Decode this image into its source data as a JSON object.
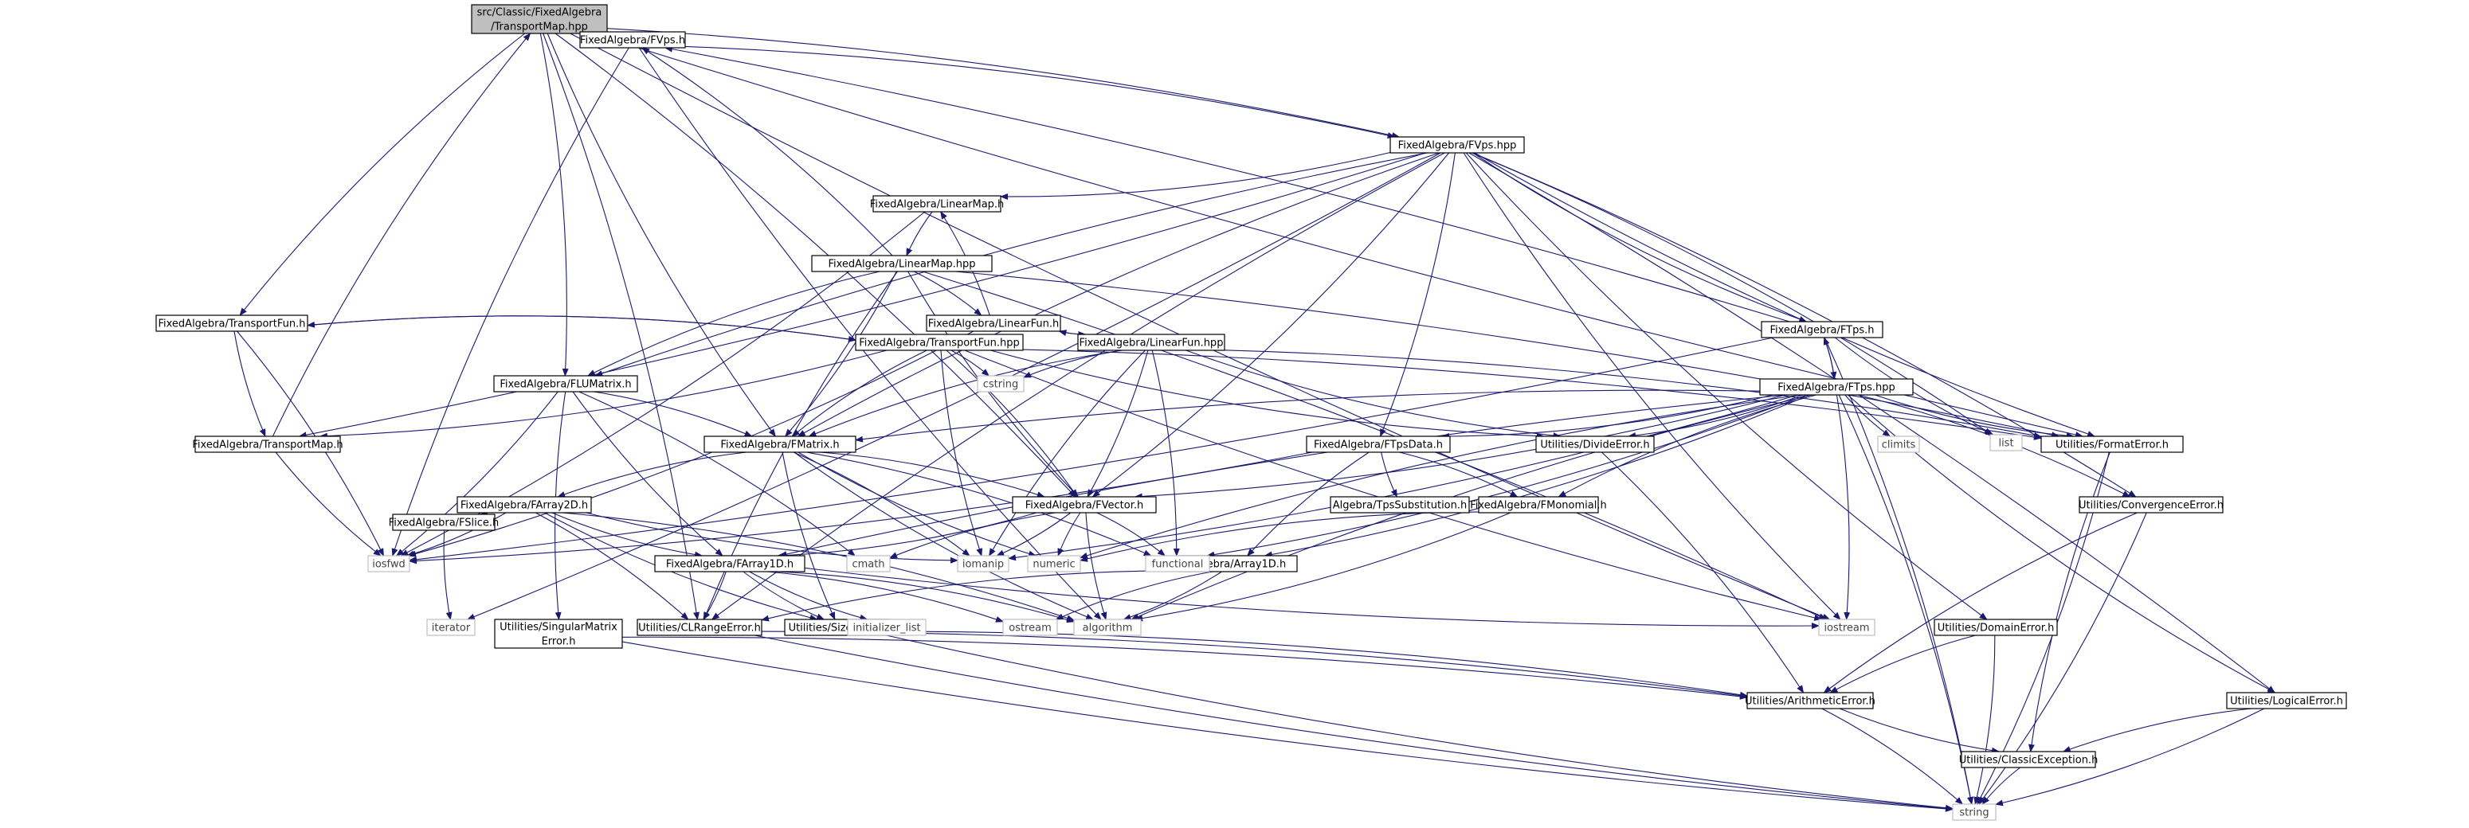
{
  "graph": {
    "nodes": [
      {
        "id": "n0",
        "lines": [
          "src/Classic/FixedAlgebra",
          "/TransportMap.hpp"
        ],
        "kind": "root"
      },
      {
        "id": "n1",
        "lines": [
          "FixedAlgebra/FVps.h"
        ],
        "kind": "file"
      },
      {
        "id": "n2",
        "lines": [
          "FixedAlgebra/FVps.hpp"
        ],
        "kind": "file"
      },
      {
        "id": "n3",
        "lines": [
          "FixedAlgebra/LinearMap.h"
        ],
        "kind": "file"
      },
      {
        "id": "n4",
        "lines": [
          "FixedAlgebra/LinearMap.hpp"
        ],
        "kind": "file"
      },
      {
        "id": "n5",
        "lines": [
          "FixedAlgebra/LinearFun.h"
        ],
        "kind": "file"
      },
      {
        "id": "n6",
        "lines": [
          "FixedAlgebra/LinearFun.hpp"
        ],
        "kind": "file"
      },
      {
        "id": "n7",
        "lines": [
          "FixedAlgebra/TransportFun.h"
        ],
        "kind": "file"
      },
      {
        "id": "n8",
        "lines": [
          "FixedAlgebra/TransportFun.hpp"
        ],
        "kind": "file"
      },
      {
        "id": "n9",
        "lines": [
          "FixedAlgebra/FLUMatrix.h"
        ],
        "kind": "file"
      },
      {
        "id": "n10",
        "lines": [
          "FixedAlgebra/TransportMap.h"
        ],
        "kind": "file"
      },
      {
        "id": "n11",
        "lines": [
          "FixedAlgebra/FMatrix.h"
        ],
        "kind": "file"
      },
      {
        "id": "n12",
        "lines": [
          "FixedAlgebra/FArray2D.h"
        ],
        "kind": "file"
      },
      {
        "id": "n13",
        "lines": [
          "FixedAlgebra/FSlice.h"
        ],
        "kind": "file"
      },
      {
        "id": "n14",
        "lines": [
          "FixedAlgebra/FArray1D.h"
        ],
        "kind": "file"
      },
      {
        "id": "n15",
        "lines": [
          "FixedAlgebra/FVector.h"
        ],
        "kind": "file"
      },
      {
        "id": "n16",
        "lines": [
          "FixedAlgebra/FTps.h"
        ],
        "kind": "file"
      },
      {
        "id": "n17",
        "lines": [
          "FixedAlgebra/FTps.hpp"
        ],
        "kind": "file"
      },
      {
        "id": "n18",
        "lines": [
          "FixedAlgebra/FTpsData.h"
        ],
        "kind": "file"
      },
      {
        "id": "n19",
        "lines": [
          "Algebra/TpsSubstitution.h"
        ],
        "kind": "file"
      },
      {
        "id": "n20",
        "lines": [
          "FixedAlgebra/FMonomial.h"
        ],
        "kind": "file"
      },
      {
        "id": "n21",
        "lines": [
          "Algebra/Array1D.h"
        ],
        "kind": "file"
      },
      {
        "id": "n22",
        "lines": [
          "Utilities/DivideError.h"
        ],
        "kind": "file"
      },
      {
        "id": "n23",
        "lines": [
          "Utilities/FormatError.h"
        ],
        "kind": "file"
      },
      {
        "id": "n24",
        "lines": [
          "Utilities/ConvergenceError.h"
        ],
        "kind": "file"
      },
      {
        "id": "n25",
        "lines": [
          "Utilities/DomainError.h"
        ],
        "kind": "file"
      },
      {
        "id": "n26",
        "lines": [
          "Utilities/LogicalError.h"
        ],
        "kind": "file"
      },
      {
        "id": "n27",
        "lines": [
          "Utilities/ArithmeticError.h"
        ],
        "kind": "file"
      },
      {
        "id": "n28",
        "lines": [
          "Utilities/ClassicException.h"
        ],
        "kind": "file"
      },
      {
        "id": "n29",
        "lines": [
          "Utilities/CLRangeError.h"
        ],
        "kind": "file"
      },
      {
        "id": "n30",
        "lines": [
          "Utilities/SizeError.h"
        ],
        "kind": "file"
      },
      {
        "id": "n31",
        "lines": [
          "Utilities/SingularMatrix",
          "Error.h"
        ],
        "kind": "file"
      },
      {
        "id": "x0",
        "lines": [
          "iosfwd"
        ],
        "kind": "system"
      },
      {
        "id": "x1",
        "lines": [
          "iterator"
        ],
        "kind": "system"
      },
      {
        "id": "x2",
        "lines": [
          "cmath"
        ],
        "kind": "system"
      },
      {
        "id": "x3",
        "lines": [
          "iomanip"
        ],
        "kind": "system"
      },
      {
        "id": "x4",
        "lines": [
          "numeric"
        ],
        "kind": "system"
      },
      {
        "id": "x5",
        "lines": [
          "functional"
        ],
        "kind": "system"
      },
      {
        "id": "x6",
        "lines": [
          "algorithm"
        ],
        "kind": "system"
      },
      {
        "id": "x7",
        "lines": [
          "initializer_list"
        ],
        "kind": "system"
      },
      {
        "id": "x8",
        "lines": [
          "ostream"
        ],
        "kind": "system"
      },
      {
        "id": "x9",
        "lines": [
          "iostream"
        ],
        "kind": "system"
      },
      {
        "id": "x10",
        "lines": [
          "cstring"
        ],
        "kind": "system"
      },
      {
        "id": "x11",
        "lines": [
          "list"
        ],
        "kind": "system"
      },
      {
        "id": "x12",
        "lines": [
          "climits"
        ],
        "kind": "system"
      },
      {
        "id": "x13",
        "lines": [
          "string"
        ],
        "kind": "system"
      }
    ],
    "edges": [
      [
        "n0",
        "n1"
      ],
      [
        "n0",
        "n7"
      ],
      [
        "n0",
        "n9"
      ],
      [
        "n0",
        "n11"
      ],
      [
        "n0",
        "n15"
      ],
      [
        "n0",
        "n23"
      ],
      [
        "n0",
        "n29"
      ],
      [
        "n0",
        "x9"
      ],
      [
        "n0",
        "n2"
      ],
      [
        "n1",
        "x0"
      ],
      [
        "n1",
        "n2"
      ],
      [
        "n1",
        "x6"
      ],
      [
        "n2",
        "n3"
      ],
      [
        "n2",
        "n9"
      ],
      [
        "n2",
        "n10"
      ],
      [
        "n2",
        "n11"
      ],
      [
        "n2",
        "n15"
      ],
      [
        "n2",
        "n16"
      ],
      [
        "n2",
        "n18"
      ],
      [
        "n2",
        "n23"
      ],
      [
        "n2",
        "n24"
      ],
      [
        "n2",
        "n25"
      ],
      [
        "n2",
        "n26"
      ],
      [
        "n2",
        "n29"
      ],
      [
        "n2",
        "x1"
      ],
      [
        "n2",
        "x9"
      ],
      [
        "n2",
        "x11"
      ],
      [
        "n3",
        "n4"
      ],
      [
        "n3",
        "x0"
      ],
      [
        "n4",
        "n1"
      ],
      [
        "n4",
        "n5"
      ],
      [
        "n4",
        "n9"
      ],
      [
        "n4",
        "n11"
      ],
      [
        "n4",
        "n15"
      ],
      [
        "n4",
        "n23"
      ],
      [
        "n4",
        "n29"
      ],
      [
        "n4",
        "x9"
      ],
      [
        "n5",
        "n6"
      ],
      [
        "n5",
        "x0"
      ],
      [
        "n5",
        "n3"
      ],
      [
        "n6",
        "n5"
      ],
      [
        "n6",
        "n11"
      ],
      [
        "n6",
        "n15"
      ],
      [
        "n6",
        "n22"
      ],
      [
        "n6",
        "n23"
      ],
      [
        "n6",
        "x3"
      ],
      [
        "n6",
        "x5"
      ],
      [
        "n6",
        "x10"
      ],
      [
        "n7",
        "n8"
      ],
      [
        "n7",
        "n10"
      ],
      [
        "n7",
        "x0"
      ],
      [
        "n8",
        "n7"
      ],
      [
        "n8",
        "n10"
      ],
      [
        "n8",
        "n11"
      ],
      [
        "n8",
        "n15"
      ],
      [
        "n8",
        "n22"
      ],
      [
        "n8",
        "n23"
      ],
      [
        "n8",
        "x3"
      ],
      [
        "n8",
        "x10"
      ],
      [
        "n8",
        "x9"
      ],
      [
        "n9",
        "n11"
      ],
      [
        "n9",
        "n14"
      ],
      [
        "n9",
        "x2"
      ],
      [
        "n9",
        "n31"
      ],
      [
        "n9",
        "x0"
      ],
      [
        "n10",
        "x0"
      ],
      [
        "n10",
        "n0"
      ],
      [
        "n11",
        "n12"
      ],
      [
        "n11",
        "n15"
      ],
      [
        "n11",
        "n30"
      ],
      [
        "n11",
        "x3"
      ],
      [
        "n11",
        "x4"
      ],
      [
        "n11",
        "x5"
      ],
      [
        "n11",
        "x6"
      ],
      [
        "n12",
        "n13"
      ],
      [
        "n12",
        "n14"
      ],
      [
        "n12",
        "n29"
      ],
      [
        "n12",
        "n30"
      ],
      [
        "n12",
        "x0"
      ],
      [
        "n12",
        "x3"
      ],
      [
        "n12",
        "x6"
      ],
      [
        "n13",
        "x1"
      ],
      [
        "n14",
        "n29"
      ],
      [
        "n14",
        "n30"
      ],
      [
        "n14",
        "x6"
      ],
      [
        "n14",
        "x7"
      ],
      [
        "n14",
        "x8"
      ],
      [
        "n14",
        "x9"
      ],
      [
        "n15",
        "n14"
      ],
      [
        "n15",
        "x2"
      ],
      [
        "n15",
        "x3"
      ],
      [
        "n15",
        "x4"
      ],
      [
        "n15",
        "x5"
      ],
      [
        "n15",
        "x6"
      ],
      [
        "n16",
        "n17"
      ],
      [
        "n16",
        "n1"
      ],
      [
        "n16",
        "x0"
      ],
      [
        "n16",
        "x11"
      ],
      [
        "n16",
        "x13"
      ],
      [
        "n17",
        "n16"
      ],
      [
        "n17",
        "n18"
      ],
      [
        "n17",
        "n20"
      ],
      [
        "n17",
        "n21"
      ],
      [
        "n17",
        "n11"
      ],
      [
        "n17",
        "n15"
      ],
      [
        "n17",
        "n14"
      ],
      [
        "n17",
        "n22"
      ],
      [
        "n17",
        "n23"
      ],
      [
        "n17",
        "n24"
      ],
      [
        "n17",
        "n26"
      ],
      [
        "n17",
        "x3"
      ],
      [
        "n17",
        "x4"
      ],
      [
        "n17",
        "x5"
      ],
      [
        "n17",
        "x6"
      ],
      [
        "n17",
        "x9"
      ],
      [
        "n17",
        "x12"
      ],
      [
        "n17",
        "x13"
      ],
      [
        "n18",
        "n19"
      ],
      [
        "n18",
        "n20"
      ],
      [
        "n18",
        "n21"
      ],
      [
        "n18",
        "x0"
      ],
      [
        "n20",
        "x4"
      ],
      [
        "n20",
        "x6"
      ],
      [
        "n21",
        "n29"
      ],
      [
        "n21",
        "x6"
      ],
      [
        "n21",
        "x8"
      ],
      [
        "n22",
        "n27"
      ],
      [
        "n23",
        "n28"
      ],
      [
        "n23",
        "x13"
      ],
      [
        "n24",
        "n27"
      ],
      [
        "n24",
        "x13"
      ],
      [
        "n25",
        "n27"
      ],
      [
        "n25",
        "x13"
      ],
      [
        "n26",
        "n28"
      ],
      [
        "n26",
        "x13"
      ],
      [
        "n27",
        "n28"
      ],
      [
        "n27",
        "x13"
      ],
      [
        "n28",
        "x13"
      ],
      [
        "n29",
        "n27"
      ],
      [
        "n29",
        "x13"
      ],
      [
        "n30",
        "n27"
      ],
      [
        "n30",
        "x13"
      ],
      [
        "n31",
        "n27"
      ],
      [
        "n31",
        "x13"
      ]
    ]
  }
}
